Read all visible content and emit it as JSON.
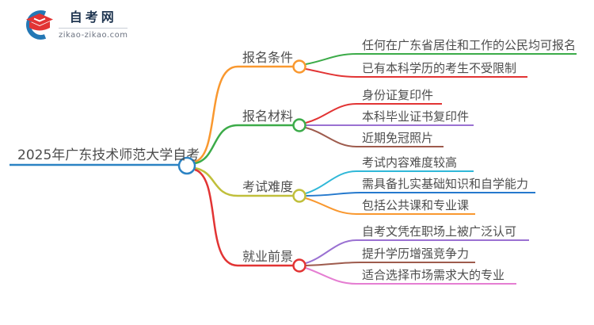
{
  "logo": {
    "site_name": "自考网",
    "site_url": "zikao-zikao.com",
    "icon_blue": "#2478b5",
    "icon_red": "#e23434"
  },
  "root": {
    "label": "2025年广东技术师范大学自考",
    "color": "#2b83c4"
  },
  "branches": [
    {
      "label": "报名条件",
      "color": "#f9982f",
      "children": [
        {
          "label": "任何在广东省居住和工作的公民均可报名",
          "color": "#3cab49"
        },
        {
          "label": "已有本科学历的考生不受限制",
          "color": "#e23434"
        }
      ]
    },
    {
      "label": "报名材料",
      "color": "#3cab49",
      "children": [
        {
          "label": "身份证复印件",
          "color": "#e23434"
        },
        {
          "label": "本科毕业证书复印件",
          "color": "#9a71d2"
        },
        {
          "label": "近期免冠照片",
          "color": "#9e5b4d"
        }
      ]
    },
    {
      "label": "考试难度",
      "color": "#c0bf3b",
      "children": [
        {
          "label": "考试内容难度较高",
          "color": "#30b8d8"
        },
        {
          "label": "需具备扎实基础知识和自学能力",
          "color": "#2579cd"
        },
        {
          "label": "包括公共课和专业课",
          "color": "#f9982f"
        }
      ]
    },
    {
      "label": "就业前景",
      "color": "#e23434",
      "children": [
        {
          "label": "自考文凭在职场上被广泛认可",
          "color": "#9a71d2"
        },
        {
          "label": "提升学历增强竞争力",
          "color": "#9e5b4d"
        },
        {
          "label": "适合选择市场需求大的专业",
          "color": "#e57ed2"
        }
      ]
    }
  ]
}
